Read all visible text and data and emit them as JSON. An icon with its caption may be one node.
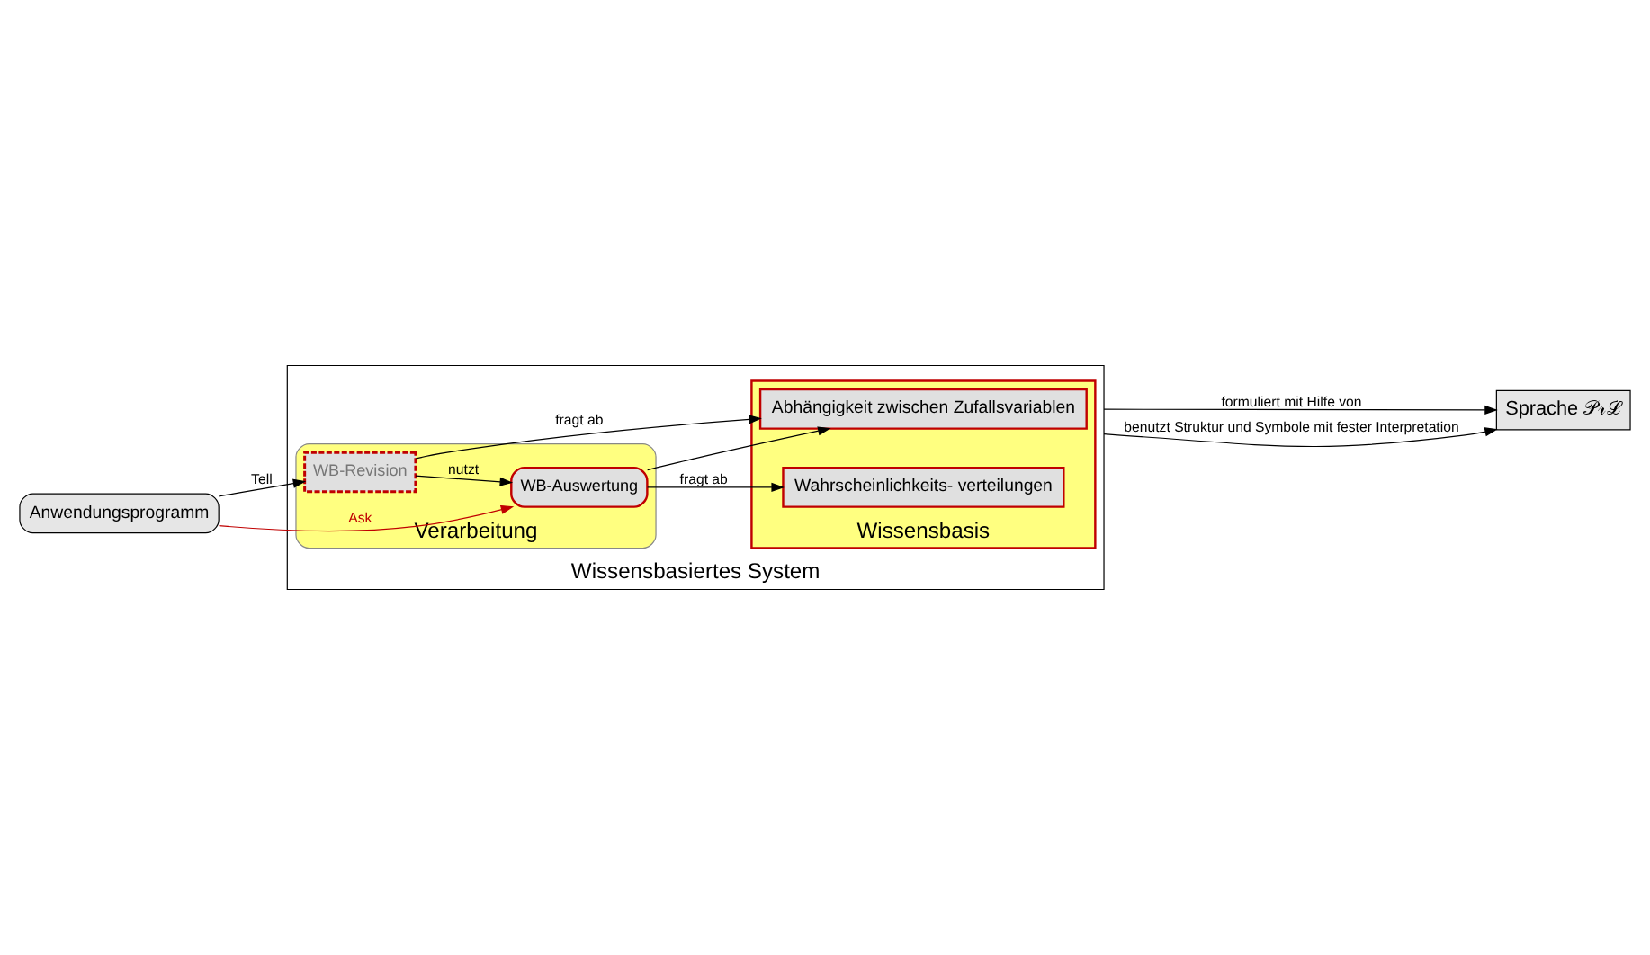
{
  "diagram": {
    "nodes": [
      {
        "text": [
          "Sprache 𝒫𝓇ℒ"
        ]
      },
      {
        "text": [
          "Wissensbasiertes System"
        ]
      },
      {
        "text": [
          "Wissensbasis"
        ],
        "in": 1
      },
      {
        "text": [
          "Abhängigkeit zwischen Zufallsvariablen"
        ],
        "in": 2
      },
      {
        "text": [
          "Wahrscheinlichkeits- verteilungen"
        ],
        "in": 2
      },
      {
        "text": [
          "Verarbeitung"
        ],
        "in": 1
      },
      {
        "text": [
          "WB-Revision"
        ],
        "in": 5
      },
      {
        "text": [
          "WB-Auswertung"
        ],
        "in": 5
      },
      {
        "text": [
          "Anwendungsprogramm"
        ]
      }
    ],
    "edges": [
      {
        "from": 1,
        "to": 0,
        "arrow": "to",
        "label": "formuliert mit Hilfe von"
      },
      {
        "from": 1,
        "to": 0,
        "arrow": "to",
        "label": "benutzt Struktur und Symbole mit fester Interpretation"
      },
      {
        "from": 6,
        "to": 3,
        "arrow": "to",
        "label": "fragt ab"
      },
      {
        "from": 7,
        "to": 3,
        "arrow": "to"
      },
      {
        "from": 7,
        "to": 4,
        "arrow": "to",
        "label": "fragt ab"
      },
      {
        "from": 6,
        "to": 7,
        "arrow": "to",
        "label": "nutzt"
      },
      {
        "from": 8,
        "to": 6,
        "arrow": "to",
        "label": "Tell"
      },
      {
        "from": 8,
        "to": 7,
        "arrow": "to",
        "label": "Ask",
        "color": "#c00000"
      }
    ]
  }
}
